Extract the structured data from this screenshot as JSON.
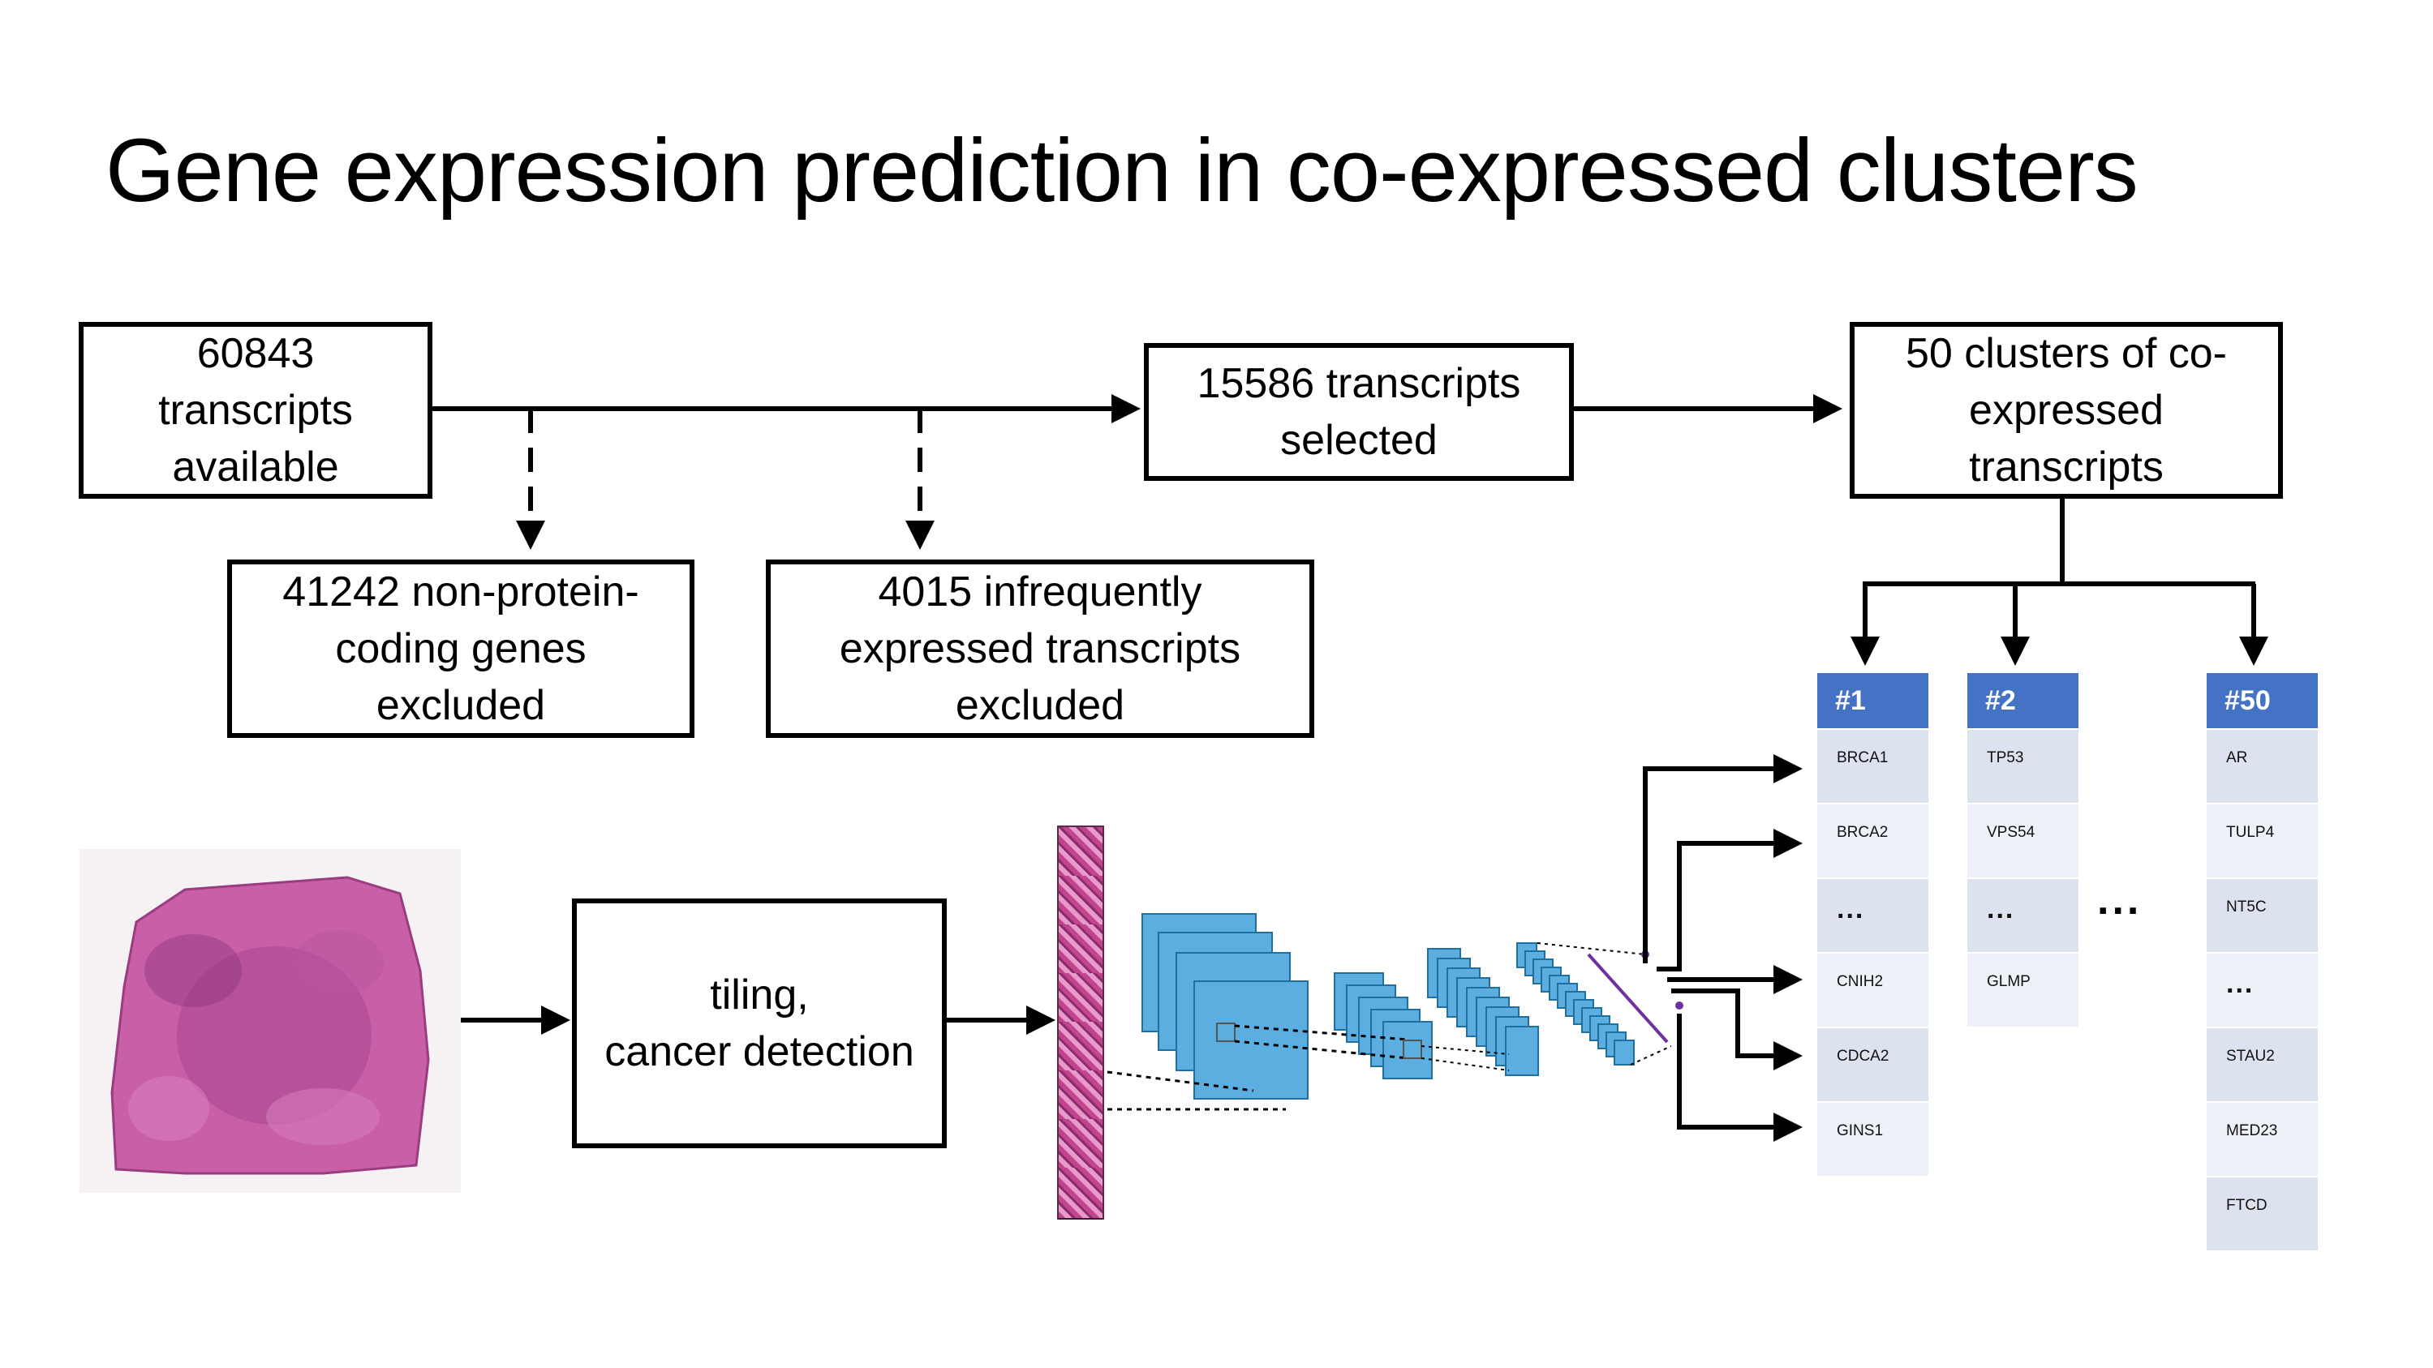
{
  "title": "Gene expression prediction in co-expressed clusters",
  "boxes": {
    "available": [
      "60843",
      "transcripts",
      "available"
    ],
    "selected": [
      "15586 transcripts",
      "selected"
    ],
    "clusters": [
      "50 clusters of co-",
      "expressed",
      "transcripts"
    ],
    "noncoding": [
      "41242 non-protein-",
      "coding genes",
      "excluded"
    ],
    "infrequent": [
      "4015 infrequently",
      "expressed transcripts",
      "excluded"
    ],
    "tiling": [
      "tiling,",
      "cancer detection"
    ]
  },
  "clusters_table": [
    {
      "header": "#1",
      "genes": [
        "BRCA1",
        "BRCA2",
        "...",
        "CNIH2",
        "CDCA2",
        "GINS1"
      ]
    },
    {
      "header": "#2",
      "genes": [
        "TP53",
        "VPS54",
        "...",
        "GLMP"
      ]
    },
    {
      "header": "#50",
      "genes": [
        "AR",
        "TULP4",
        "NT5C",
        "...",
        "STAU2",
        "MED23",
        "FTCD"
      ]
    }
  ],
  "between_columns_ellipsis": "...",
  "colors": {
    "header_blue": "#4472C4",
    "cell_light": "#EEF1F7",
    "cell_dark": "#DCE2EE",
    "cnn_blue": "#5BAEDF",
    "tissue_pink": "#C95FA6"
  },
  "icons": [
    "tissue-slide-image",
    "tile-strip-image",
    "cnn-architecture-diagram"
  ]
}
